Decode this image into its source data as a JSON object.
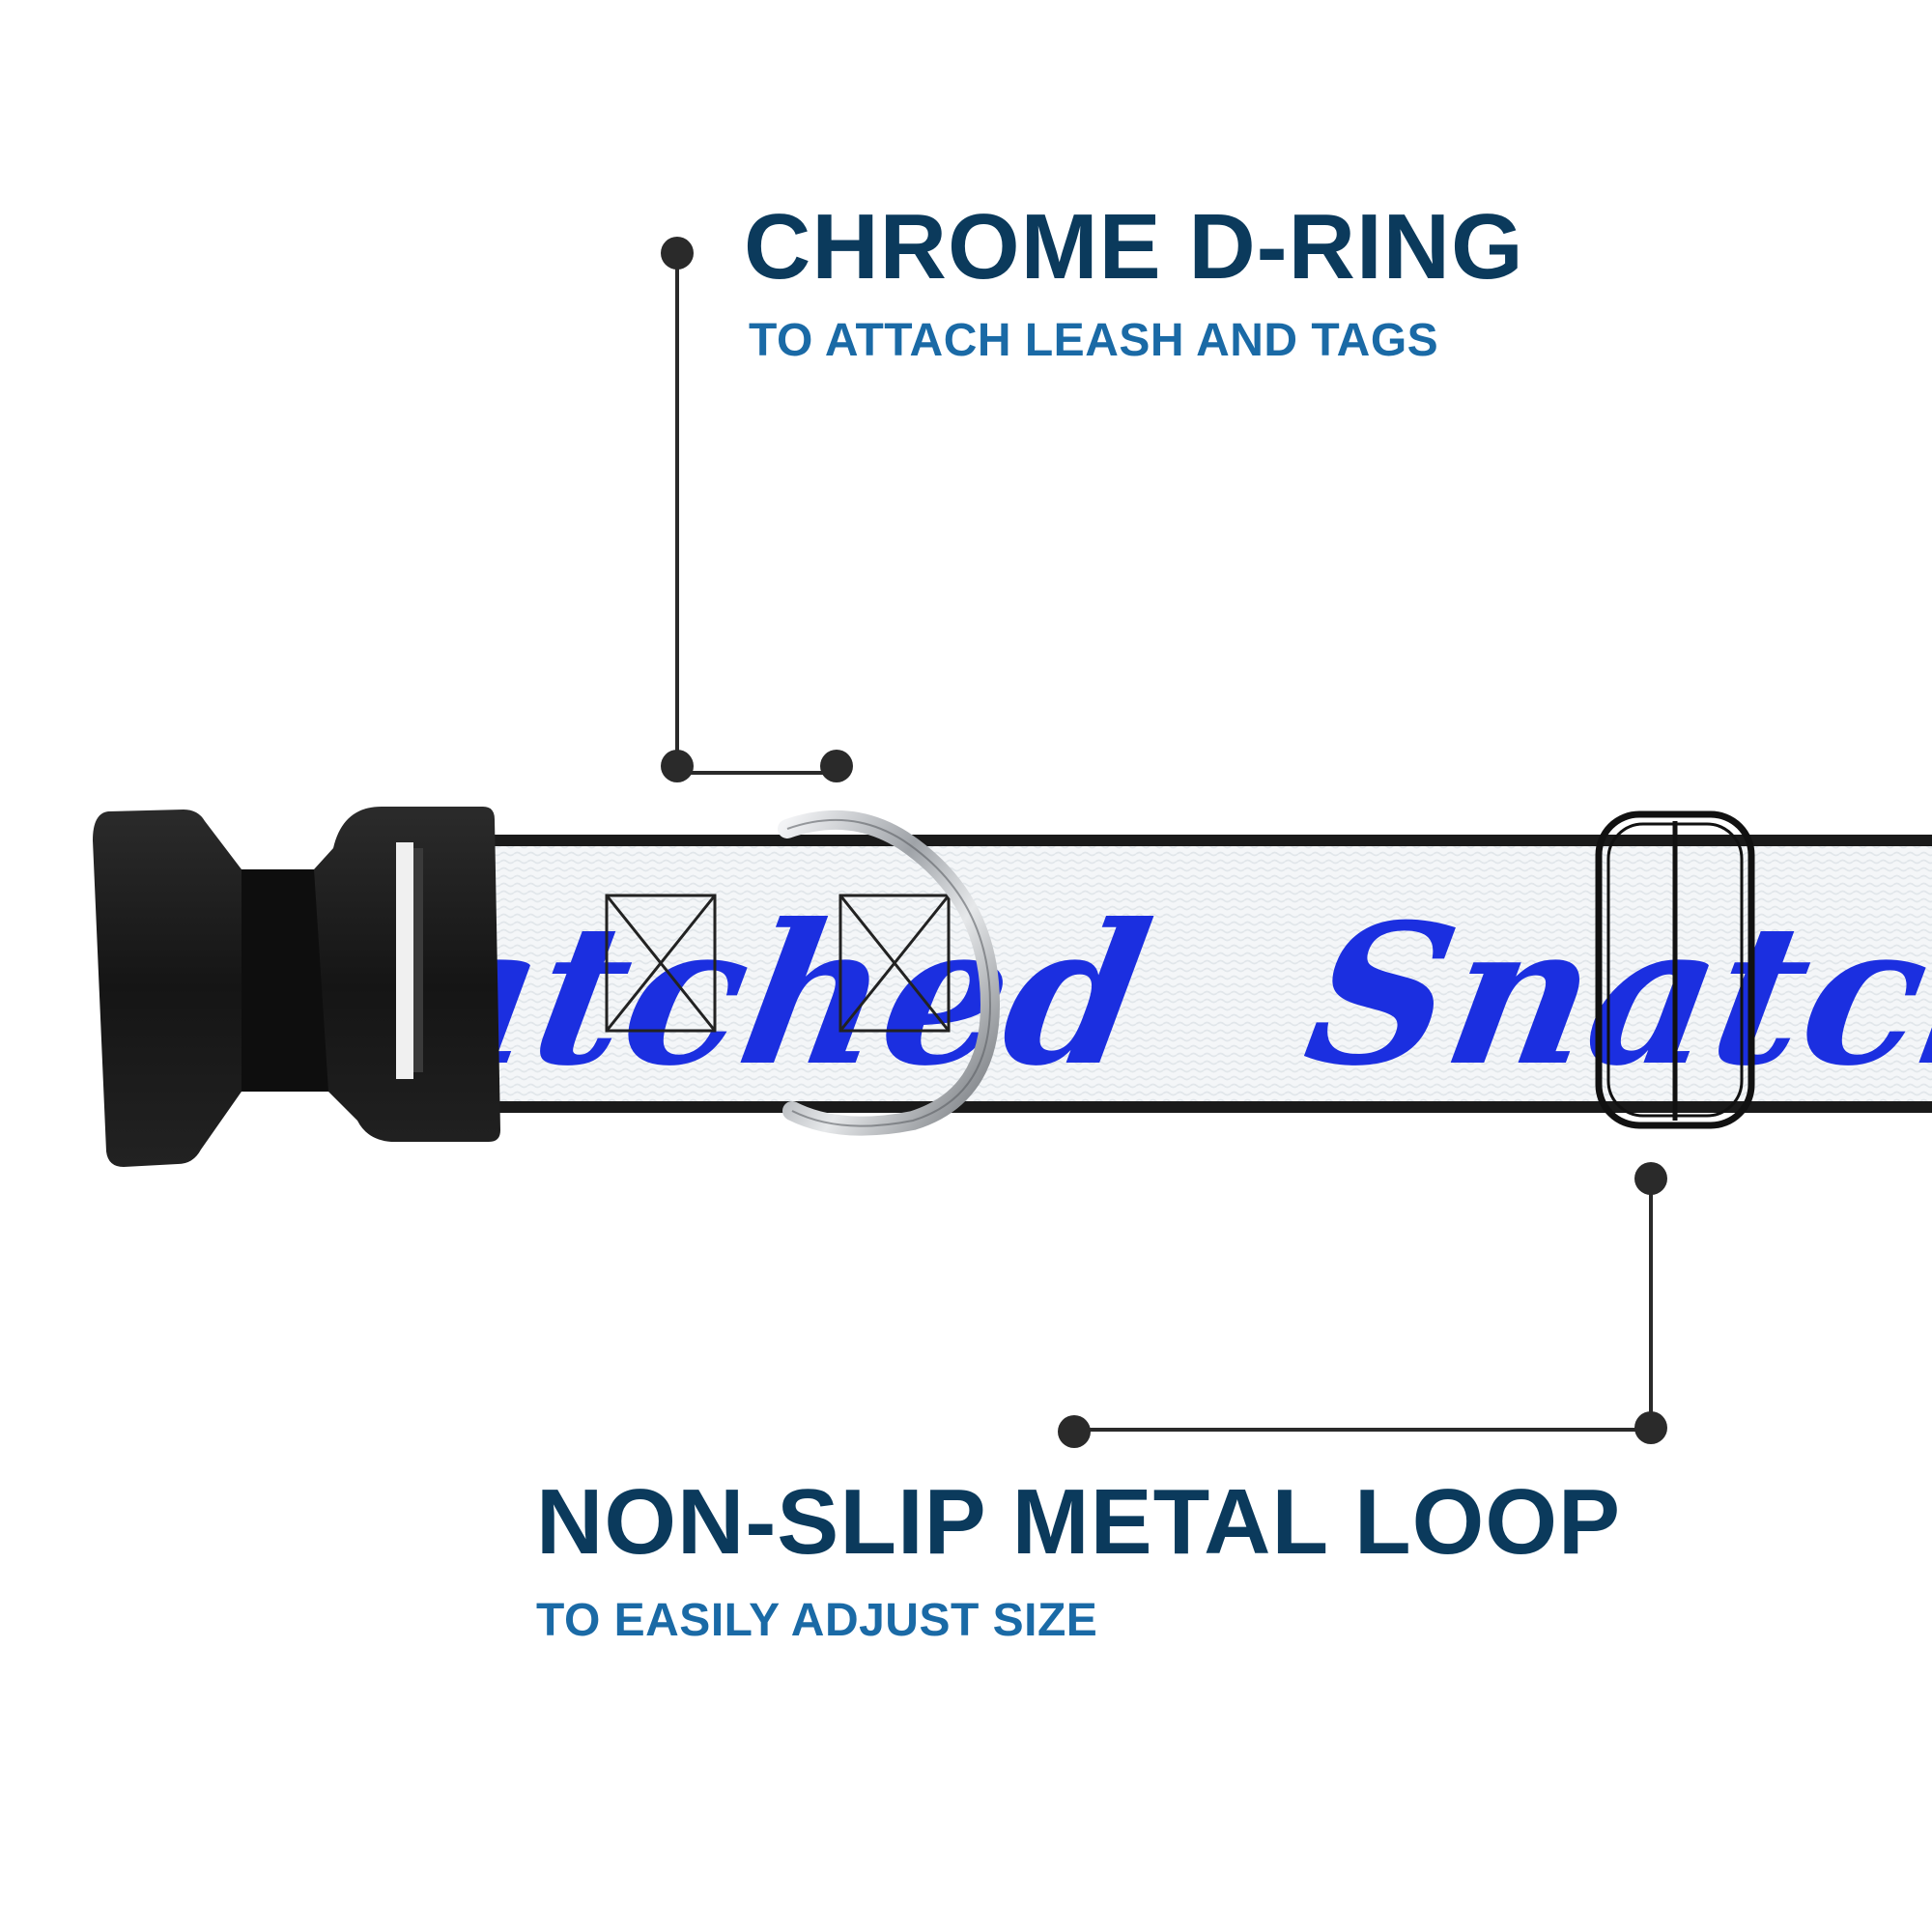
{
  "callouts": {
    "d_ring": {
      "title": "CHROME D-RING",
      "subtitle": "TO ATTACH LEASH AND TAGS"
    },
    "metal_loop": {
      "title": "NON-SLIP METAL LOOP",
      "subtitle": "TO EASILY ADJUST SIZE"
    }
  },
  "collar": {
    "print_text": "Snatched",
    "print_color": "#1b2fe0",
    "webbing_color": "#f4f6f8",
    "edge_color": "#1a1a1a",
    "buckle_color": "#1c1c1c",
    "d_ring_color": "#b9bcc0",
    "loop_color": "#111111"
  },
  "colors": {
    "title": "#0b3a5c",
    "subtitle": "#1a6aa6",
    "leader_line": "#2a2a2a"
  },
  "icons": {
    "buckle": "side-release-buckle-icon",
    "d_ring": "d-ring-icon",
    "loop": "slide-loop-icon",
    "marker": "callout-dot-icon"
  }
}
